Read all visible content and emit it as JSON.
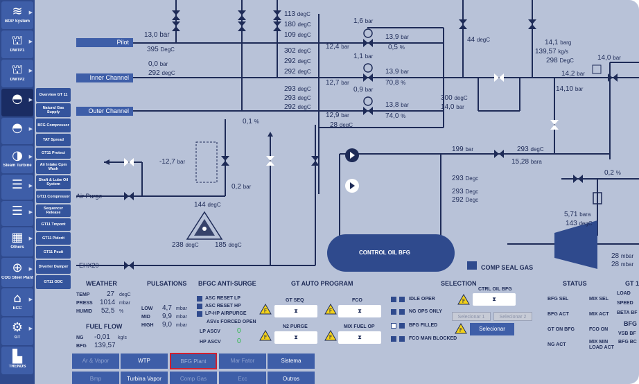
{
  "sidebar": {
    "items": [
      {
        "label": "BOP System",
        "icon": "waves-icon"
      },
      {
        "label": "DWTP1",
        "icon": "water-tower-icon"
      },
      {
        "label": "DWTP2",
        "icon": "water-tower-icon"
      },
      {
        "label": "",
        "icon": "gas-turbine-icon"
      },
      {
        "label": "",
        "icon": "gas-turbine-icon"
      },
      {
        "label": "Steam Turbine",
        "icon": "steam-turbine-icon"
      },
      {
        "label": "",
        "icon": "list-icon"
      },
      {
        "label": "",
        "icon": "list-icon"
      },
      {
        "label": "Others",
        "icon": "grid-icon"
      },
      {
        "label": "COG Steel Plant Misc",
        "icon": "globe-icon"
      },
      {
        "label": "ECC",
        "icon": "home-icon"
      },
      {
        "label": "GT",
        "icon": "gear-icon"
      },
      {
        "label": "TRENDS",
        "icon": "chart-icon"
      }
    ]
  },
  "submenu": {
    "items": [
      "Overview GT 11",
      "Natural Gas Supply",
      "BFG Compressor",
      "TAT Spread",
      "GT11 Protect",
      "Air Intake Cpm Wash",
      "Shaft & Lube Oil System",
      "GT11 Compressor",
      "Sequencer Release",
      "GT11 Tmpont",
      "GT11 Pidcrit",
      "GT11 Psuit",
      "Diverter Damper",
      "GT11 ODC"
    ]
  },
  "diagram": {
    "pilot_tag": "Pilot",
    "inner_tag": "Inner Channel",
    "outer_tag": "Outer Channel",
    "pilot_p": "13,0",
    "pilot_p_u": "bar",
    "pilot_t": "395",
    "pilot_t_u": "DegC",
    "inner_p": "0,0",
    "inner_p_u": "bar",
    "inner_t": "292",
    "inner_t_u": "degC",
    "t113": "113",
    "t180": "180",
    "t109": "109",
    "degc": "degC",
    "t302": "302",
    "t292a": "292",
    "t292b": "292",
    "t293a": "293",
    "t293b": "293",
    "t292c": "292",
    "p16": "1,6",
    "p124": "12,4",
    "p139a": "13,9",
    "p05": "0,5",
    "pct": "%",
    "bar": "bar",
    "p11": "1,1",
    "p127": "12,7",
    "p139b": "13,9",
    "p708": "70,8",
    "p09": "0,9",
    "p129": "12,9",
    "t28": "28",
    "p138": "13,8",
    "p740": "74,0",
    "p01": "0,1",
    "p44": "44",
    "p44_u": "degC",
    "p141": "14,1",
    "p141_u": "barg",
    "p13957": "139,57",
    "p13957_u": "kg/s",
    "t298": "298",
    "t298_u": "DegC",
    "p140": "14,0",
    "p142": "14,2",
    "p1410": "14,10",
    "t300": "300",
    "t300_u": "degC",
    "p140b": "14,0",
    "p199": "199",
    "t293c": "293",
    "p1528": "15,28",
    "bara": "bara",
    "t293d": "293",
    "t293e": "293",
    "t292d": "292",
    "degc2": "Degc",
    "p02a": "0,2",
    "p02b": "0,2",
    "p571": "5,71",
    "t143": "143",
    "t28b": "28",
    "t28c": "28",
    "mbar": "mbar",
    "p127n": "-12,7",
    "air_purge": "Air Purge",
    "ehx20": "EHX20",
    "t144": "144",
    "t238": "238",
    "t185": "185",
    "control_oil": "CONTROL OIL BFG",
    "comp_seal": "COMP SEAL GAS"
  },
  "weather": {
    "title": "WEATHER",
    "temp_l": "TEMP",
    "temp_v": "27",
    "temp_u": "degC",
    "press_l": "PRESS",
    "press_v": "1014",
    "press_u": "mbar",
    "humid_l": "HUMID",
    "humid_v": "52,5",
    "humid_u": "%"
  },
  "fuel_flow": {
    "title": "FUEL FLOW",
    "ng_l": "NG",
    "ng_v": "-0,01",
    "ng_u": "kg/s",
    "bfg_l": "BFG",
    "bfg_v": "139,57"
  },
  "pulsations": {
    "title": "PULSATIONS",
    "low_l": "LOW",
    "low_v": "4,7",
    "low_u": "mbar",
    "mid_l": "MID",
    "mid_v": "9,9",
    "mid_u": "mbar",
    "high_l": "HIGH",
    "high_v": "9,0",
    "high_u": "mbar"
  },
  "anti_surge": {
    "title": "BFGC ANTI-SURGE",
    "asc_lp": "ASC RESET LP",
    "asc_hp": "ASC RESET HP",
    "lphp": "LP-HP AIRPURGE",
    "forced": "ASVs FORCED OPEN",
    "lp_asv": "LP ASCV",
    "lp_v": "0",
    "hp_asv": "HP ASCV",
    "hp_v": "0"
  },
  "auto_program": {
    "title": "GT AUTO PROGRAM",
    "seq": "GT SEQ",
    "fco": "FCO",
    "n2": "N2 PURGE",
    "mix": "MIX FUEL OP"
  },
  "selection": {
    "title": "SELECTION",
    "ctrl": "CTRL OIL BFG",
    "idle": "IDLE OPER",
    "ng_ops": "NG OPS ONLY",
    "bfg_filled": "BFG FILLED",
    "fco_man": "FCO MAN BLOCKED",
    "sel1": "Selecionar 1",
    "sel2": "Selecionar 2",
    "sel3": "Selecionar"
  },
  "status": {
    "title": "STATUS",
    "bfg_sel": "BFG SEL",
    "mix_sel": "MIX SEL",
    "bfg_act": "BFG ACT",
    "mix_act": "MIX ACT",
    "gt_on_bfg": "GT ON BFG",
    "fco_on": "FCO ON",
    "ng_act": "NG ACT",
    "mix_min": "MIX MIN LOAD ACT"
  },
  "gt_col": {
    "title": "GT 1",
    "load": "LOAD",
    "speed": "SPEED",
    "beta": "BETA BF",
    "bfg": "BFG",
    "vsb": "VSB BF",
    "bfgbc": "BFG BC"
  },
  "nav": {
    "row1": [
      "Ar & Vapor",
      "WTP",
      "BFG Plant",
      "Mar Fator",
      "Sistema"
    ],
    "row2": [
      "Bmp",
      "Turbina Vapor",
      "Comp Gas",
      "Ecc",
      "Outros"
    ]
  },
  "colors": {
    "background": "#b8c2d8",
    "pipe": "#1e2b57",
    "panel": "#3e5ea8",
    "sidebar": "#2f4a8d",
    "warning": "#f2d01a"
  }
}
